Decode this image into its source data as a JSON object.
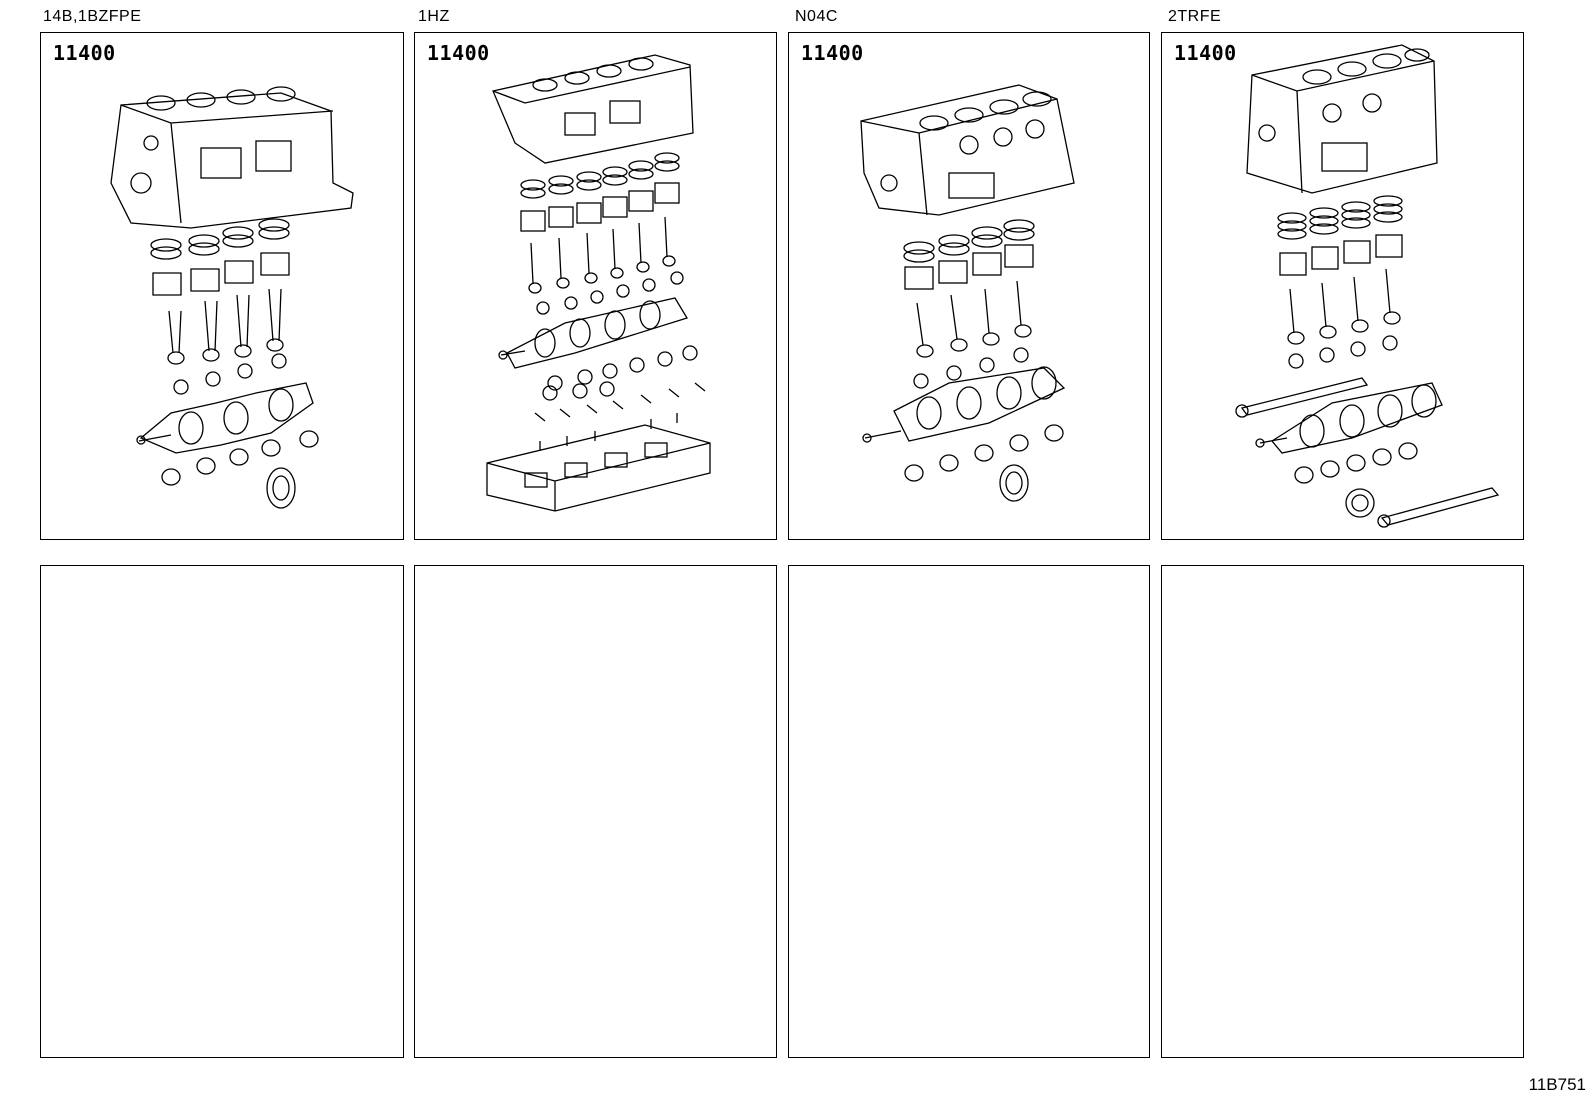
{
  "engines": [
    {
      "label": "14B,1BZFPE",
      "part_number": "11400",
      "illustration": "engine-short-block-4cyl-diesel"
    },
    {
      "label": "1HZ",
      "part_number": "11400",
      "illustration": "engine-short-block-6cyl"
    },
    {
      "label": "N04C",
      "part_number": "11400",
      "illustration": "engine-short-block-4cyl"
    },
    {
      "label": "2TRFE",
      "part_number": "11400",
      "illustration": "engine-short-block-4cyl-balance-shaft"
    }
  ],
  "empty_panels": 4,
  "reference_code": "11B751"
}
